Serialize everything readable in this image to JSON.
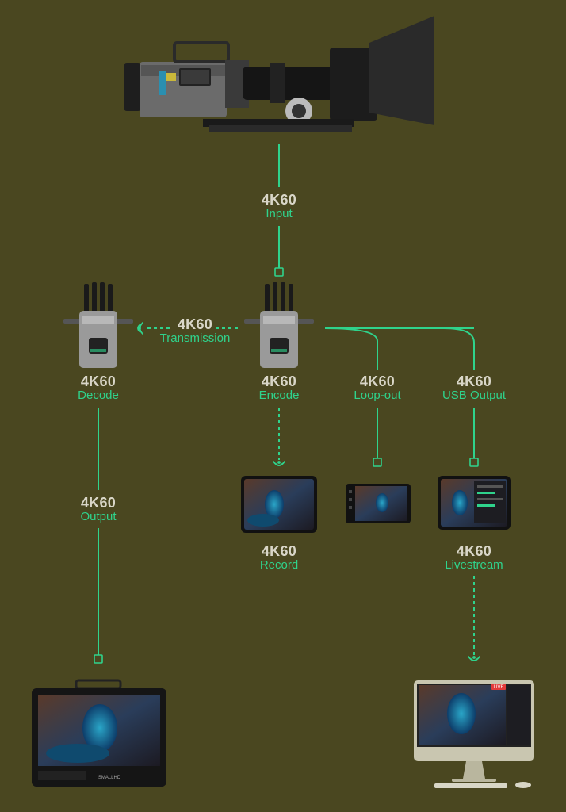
{
  "theme": {
    "background": "#4a4720",
    "accent": "#2fd38c",
    "label": "#d9d6c8"
  },
  "labels": {
    "input": {
      "res": "4K60",
      "name": "Input"
    },
    "transmission": {
      "res": "4K60",
      "name": "Transmission"
    },
    "decode": {
      "res": "4K60",
      "name": "Decode"
    },
    "encode": {
      "res": "4K60",
      "name": "Encode"
    },
    "loopout": {
      "res": "4K60",
      "name": "Loop-out"
    },
    "usb": {
      "res": "4K60",
      "name": "USB Output"
    },
    "output": {
      "res": "4K60",
      "name": "Output"
    },
    "record": {
      "res": "4K60",
      "name": "Record"
    },
    "livestream": {
      "res": "4K60",
      "name": "Livestream"
    }
  },
  "devices": {
    "monitor_brand": "SMALLHD",
    "live_badge": "LIVE"
  }
}
